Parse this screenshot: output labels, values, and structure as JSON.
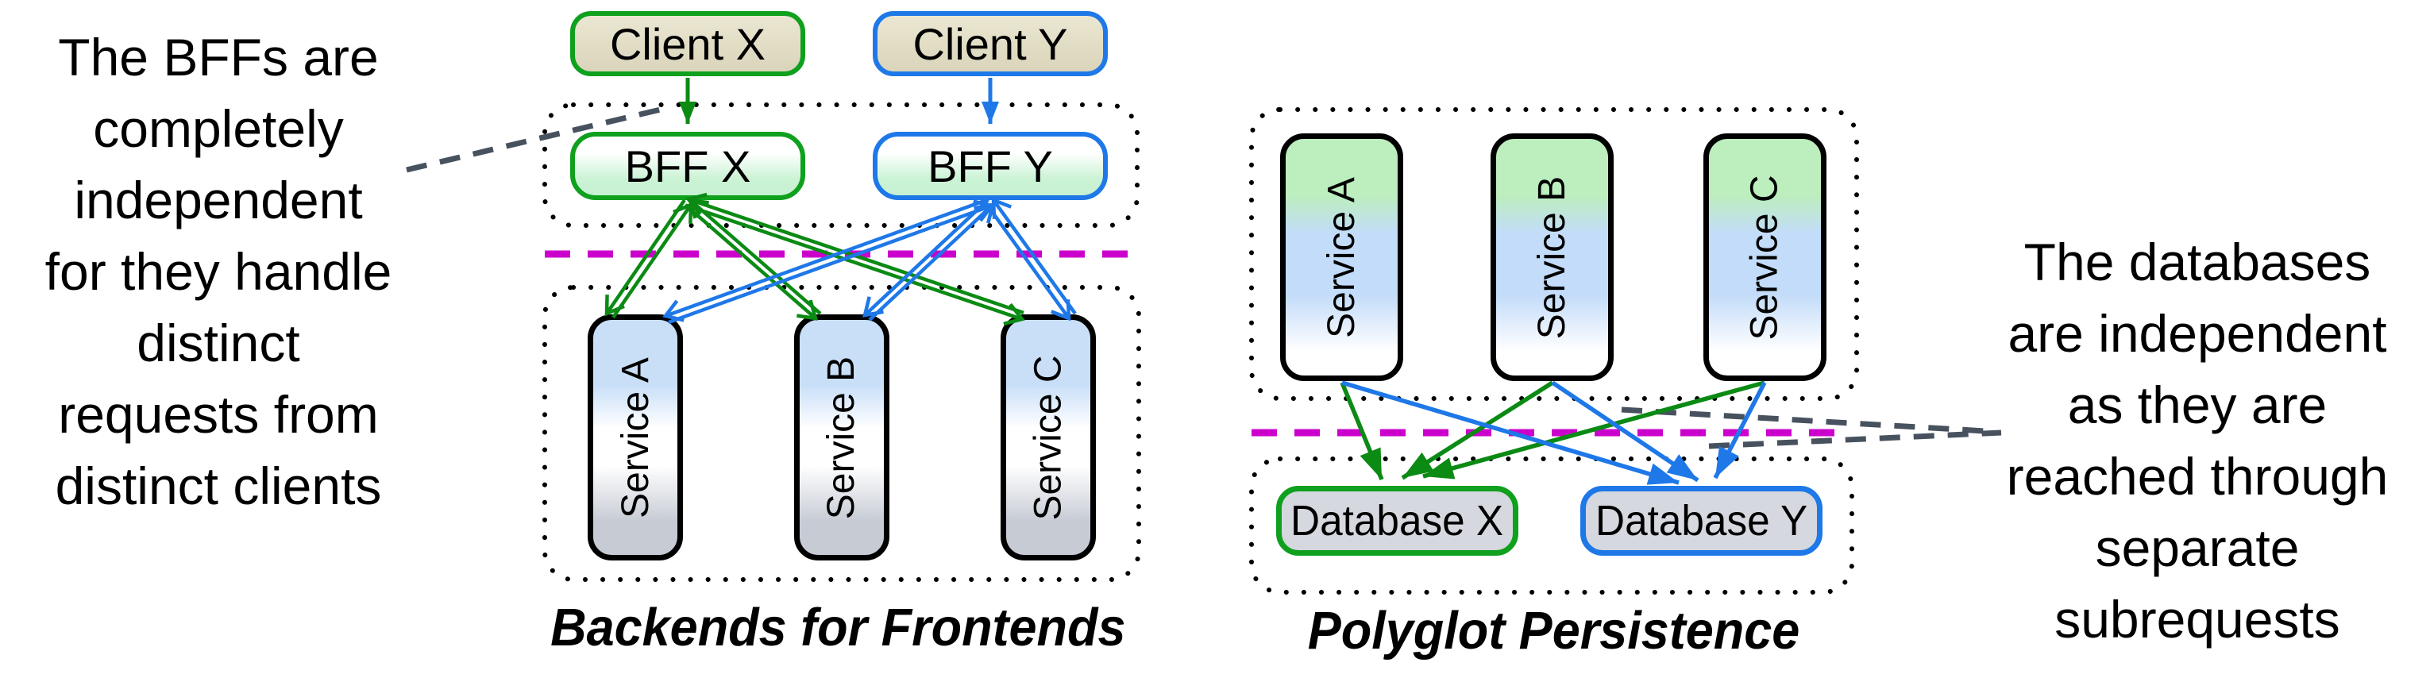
{
  "annotations": {
    "left": {
      "lines": [
        "The BFFs are",
        "completely",
        "independent",
        "for they handle",
        "distinct",
        "requests from",
        "distinct clients"
      ]
    },
    "right": {
      "lines": [
        "The databases",
        "are independent",
        "as they are",
        "reached through",
        "separate",
        "subrequests"
      ]
    }
  },
  "bff_diagram": {
    "caption": "Backends for Frontends",
    "client_x": "Client X",
    "client_y": "Client Y",
    "bff_x": "BFF X",
    "bff_y": "BFF Y",
    "services": [
      "Service A",
      "Service B",
      "Service C"
    ]
  },
  "polyglot_diagram": {
    "caption": "Polyglot Persistence",
    "services": [
      "Service A",
      "Service B",
      "Service C"
    ],
    "database_x": "Database X",
    "database_y": "Database Y"
  },
  "colors": {
    "green": "#0FA01E",
    "blue": "#1E78E8",
    "arrow_green": "#0B8A14",
    "arrow_blue": "#1E78E8",
    "magenta": "#CC00CC",
    "annotation_dash": "#47525E",
    "client_fill": "#E3DFC7",
    "database_fill": "#D5D8DE",
    "bff_fill_bottom": "#CBF3D5",
    "service_left_top": "#C9DFF8",
    "service_left_bottom": "#C6CBD4",
    "service_right_top": "#BCEEBE",
    "service_right_mid": "#C3DCF9"
  }
}
